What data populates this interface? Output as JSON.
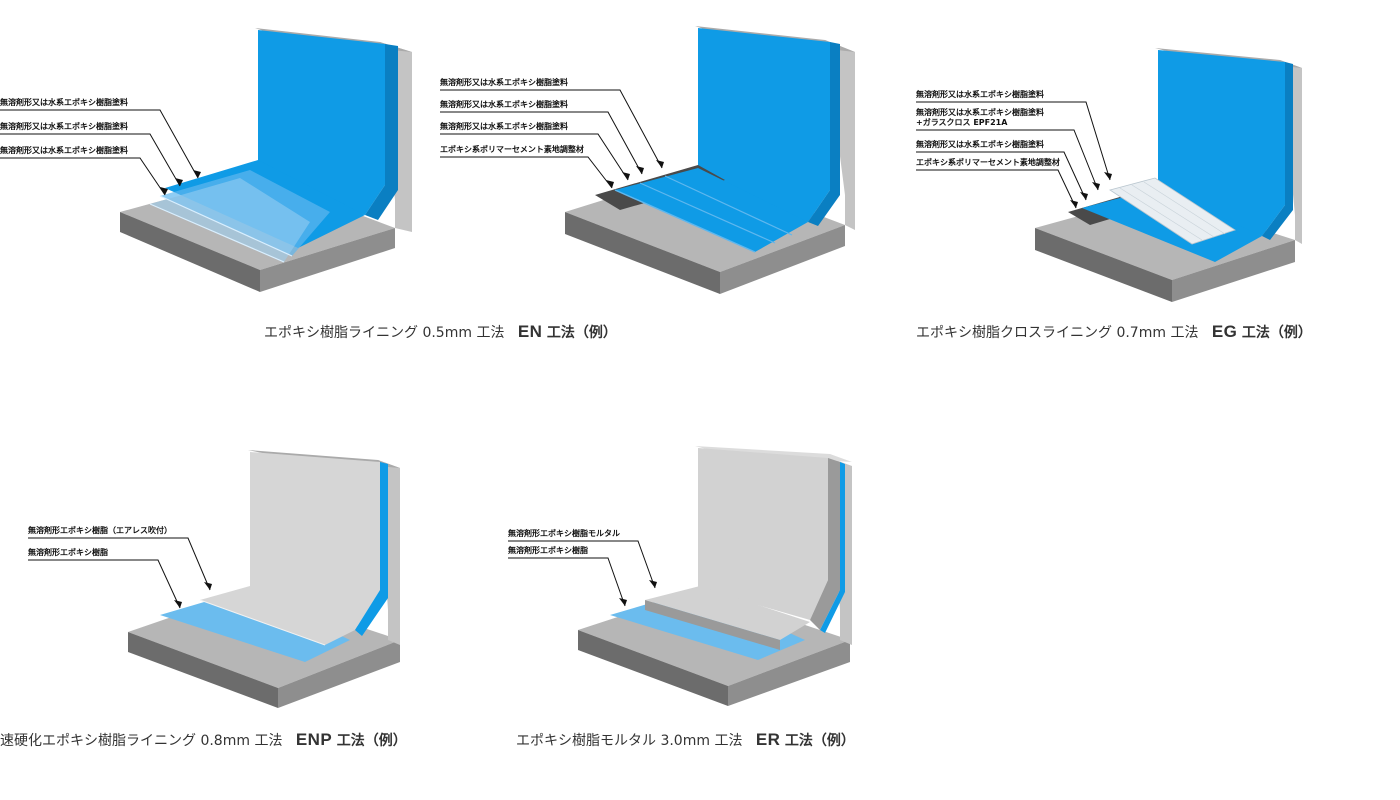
{
  "colors": {
    "concrete_top": "#b6b6b6",
    "concrete_side": "#8e8e8e",
    "concrete_front": "#6c6c6c",
    "wall_face": "#c9c9c9",
    "blue_coat": "#0f9be6",
    "blue_light": "#6bbcee",
    "grey_finish": "#d6d6d6",
    "primer_dark": "#4a4a4a",
    "glass_cloth": "#e9eef2"
  },
  "panels": [
    {
      "id": "EN",
      "labels": [
        "無溶剤形又は水系エポキシ樹脂塗料",
        "無溶剤形又は水系エポキシ樹脂塗料",
        "無溶剤形又は水系エポキシ樹脂塗料"
      ],
      "caption_main": "エポキシ樹脂ライニング 0.5mm 工法",
      "caption_code": "EN",
      "caption_tail": "工法（例）"
    },
    {
      "id": "EN-variant",
      "labels": [
        "無溶剤形又は水系エポキシ樹脂塗料",
        "無溶剤形又は水系エポキシ樹脂塗料",
        "無溶剤形又は水系エポキシ樹脂塗料",
        "エポキシ系ポリマーセメント素地調整材"
      ]
    },
    {
      "id": "EG",
      "labels": [
        "無溶剤形又は水系エポキシ樹脂塗料",
        "無溶剤形又は水系エポキシ樹脂塗料",
        "+ガラスクロス EPF21A",
        "無溶剤形又は水系エポキシ樹脂塗料",
        "エポキシ系ポリマーセメント素地調整材"
      ],
      "caption_main": "エポキシ樹脂クロスライニング 0.7mm 工法",
      "caption_code": "EG",
      "caption_tail": "工法（例）"
    },
    {
      "id": "ENP",
      "labels": [
        "無溶剤形エポキシ樹脂（エアレス吹付）",
        "無溶剤形エポキシ樹脂"
      ],
      "caption_main": "速硬化エポキシ樹脂ライニング 0.8mm 工法",
      "caption_code": "ENP",
      "caption_tail": "工法（例）"
    },
    {
      "id": "ER",
      "labels": [
        "無溶剤形エポキシ樹脂モルタル",
        "無溶剤形エポキシ樹脂"
      ],
      "caption_main": "エポキシ樹脂モルタル 3.0mm 工法",
      "caption_code": "ER",
      "caption_tail": "工法（例）"
    }
  ]
}
